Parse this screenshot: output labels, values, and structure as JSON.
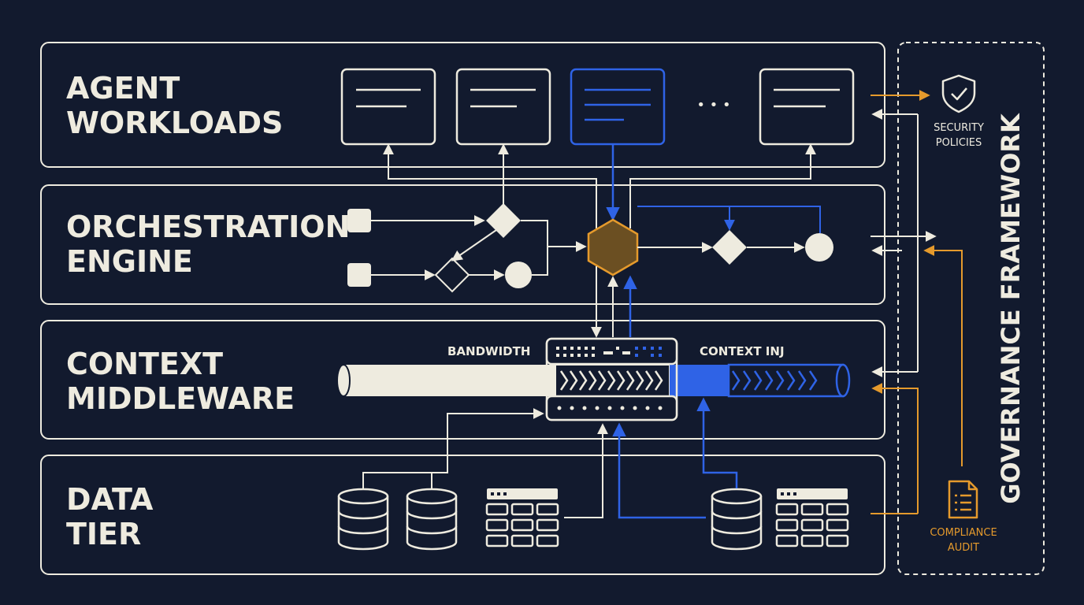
{
  "tiers": {
    "agent_workloads": [
      "AGENT",
      "WORKLOADS"
    ],
    "orchestration_engine": [
      "ORCHESTRATION",
      "ENGINE"
    ],
    "context_middleware": [
      "CONTEXT",
      "MIDDLEWARE"
    ],
    "data_tier": [
      "DATA",
      "TIER"
    ]
  },
  "middleware": {
    "bandwidth_label": "BANDWIDTH",
    "context_inj_label": "CONTEXT INJ"
  },
  "governance": {
    "title": "GOVERNANCE FRAMEWORK",
    "security_policies": [
      "SECURITY",
      "POLICIES"
    ],
    "compliance_audit": [
      "COMPLIANCE",
      "AUDIT"
    ]
  },
  "ellipsis": "• • •",
  "icons": {
    "security": "shield-check-icon",
    "compliance": "document-icon",
    "database": "database-icon",
    "table": "table-icon"
  },
  "colors": {
    "background": "#121a2e",
    "line": "#eeebdf",
    "accent_blue": "#2f63e6",
    "accent_orange": "#e59a2c",
    "hub_fill": "#6b4f22"
  }
}
